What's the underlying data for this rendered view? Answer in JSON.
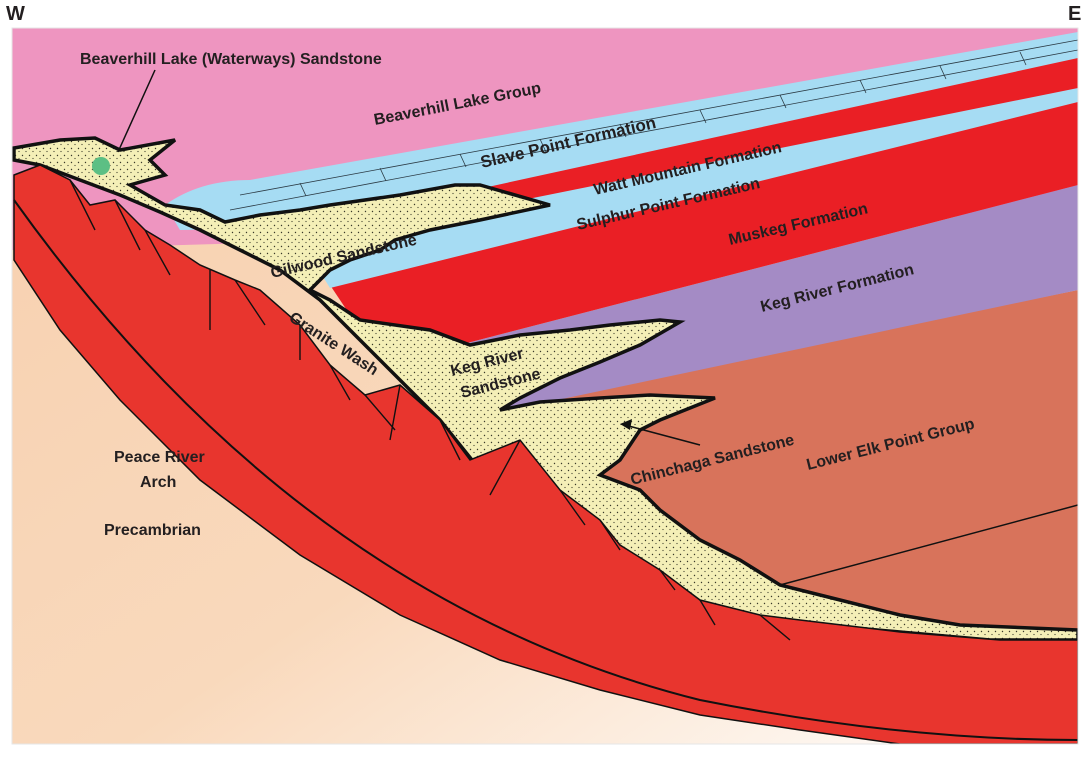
{
  "orientation": {
    "west": "W",
    "east": "E"
  },
  "labels": {
    "beaverhill_sandstone": "Beaverhill Lake (Waterways) Sandstone",
    "beaverhill_group": "Beaverhill Lake Group",
    "slave_point": "Slave Point Formation",
    "watt_mountain": "Watt Mountain Formation",
    "sulphur_point": "Sulphur Point Formation",
    "muskeg": "Muskeg Formation",
    "gilwood": "Gilwood Sandstone",
    "keg_river_formation": "Keg River Formation",
    "granite_wash": "Granite Wash",
    "keg_river_sandstone_line1": "Keg River",
    "keg_river_sandstone_line2": "Sandstone",
    "chinchaga": "Chinchaga Sandstone",
    "lower_elk_point": "Lower Elk Point Group",
    "peace_river_line1": "Peace River",
    "peace_river_line2": "Arch",
    "precambrian": "Precambrian"
  },
  "colors": {
    "beaverhill_lake_group": "#ee95c0",
    "carbonate_blue": "#a6dcf3",
    "evaporite_red": "#ea1f25",
    "keg_river_purple": "#a48bc5",
    "lower_elk_point": "#d8735b",
    "sandstone": "#f4efb7",
    "basement_red": "#e8352e",
    "precambrian": "#f7cfae",
    "outline": "#111111",
    "wellsite_marker": "#5cbf84"
  }
}
